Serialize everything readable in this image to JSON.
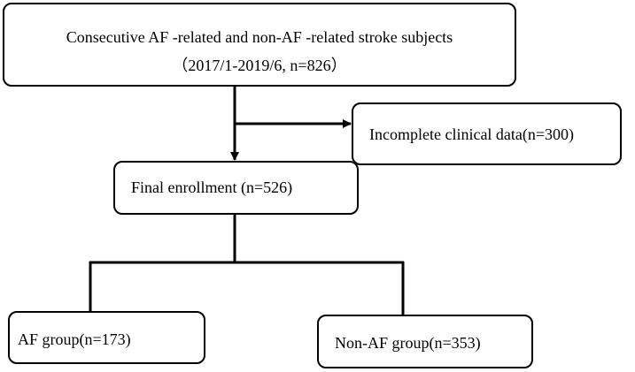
{
  "flowchart": {
    "source": {
      "line1": "Consecutive AF -related and non-AF -related stroke subjects",
      "line2": "（2017/1-2019/6, n=826）"
    },
    "excluded": "Incomplete clinical data(n=300)",
    "enrolled": "Final enrollment (n=526)",
    "groups": {
      "af": "AF group(n=173)",
      "non_af": "Non-AF group(n=353)"
    }
  }
}
